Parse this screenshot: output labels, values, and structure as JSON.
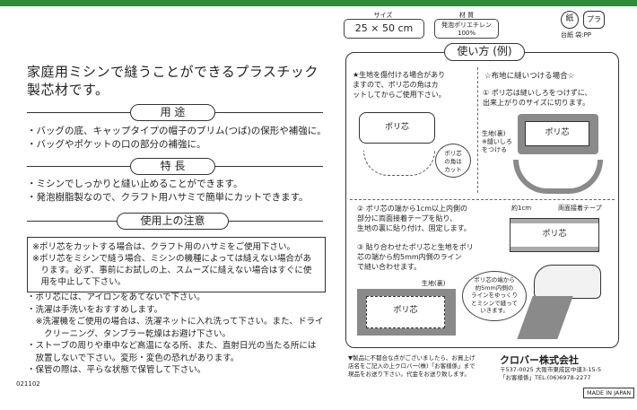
{
  "spec": {
    "size_label": "サイズ",
    "size_value": "25 × 50 cm",
    "material_label": "材 質",
    "material_value_1": "発泡ポリエチレン",
    "material_value_2": "100%",
    "recycle_paper": "紙",
    "recycle_plastic": "プラ",
    "recycle_caption": "台紙 袋:PP"
  },
  "intro": "家庭用ミシンで縫うことができるプラスチック製芯材です。",
  "sections": {
    "use_title": "用 途",
    "use_items": [
      "・バッグの底、キャップタイプの帽子のブリム(つば)の保形や補強に。",
      "・バッグやポケットの口の部分の補強に。"
    ],
    "features_title": "特 長",
    "features_items": [
      "・ミシンでしっかりと縫い止めることができます。",
      "・発泡樹脂製なので、クラフト用ハサミで簡単にカットできます。"
    ],
    "caution_title": "使用上の注意",
    "caution_box": [
      "※ポリ芯をカットする場合は、クラフト用のハサミをご使用下さい。",
      "※ポリ芯をミシンで縫う場合、ミシンの機種によっては縫えない場合があ",
      "　ります。必ず、事前にお試しの上、スムーズに縫えない場合はすぐに使",
      "　用を中止して下さい。"
    ],
    "caution_items": [
      "・ポリ芯には、アイロンをあてないで下さい。",
      "・洗濯は手洗いをおすすめします。",
      "　※洗濯機をご使用の場合は、洗濯ネットに入れ洗って下さい。また、ドライ",
      "　　クリーニング、タンブラー乾燥はお避け下さい。",
      "・ストーブの周りや車中など高温になる所、また、直射日光の当たる所には",
      "　放置しないで下さい。変形・変色の恐れがあります。",
      "・保管の際は、平らな状態で保管して下さい。"
    ],
    "code": "021102"
  },
  "howto": {
    "title": "使い方 (例)",
    "step_a": [
      "★生地を傷付ける場合があり",
      "ますので、ポリ芯の角はカ",
      "ットしてからご使用下さい。"
    ],
    "poly_label": "ポリ芯",
    "corner_note": [
      "ポリ芯",
      "の角は",
      "カット"
    ],
    "step_b_head": "☆布地に縫いつける場合☆",
    "step_b1": [
      "① ポリ芯は縫いしろをつけずに、",
      "出来上がりのサイズに切ります。"
    ],
    "fabric_back": [
      "生地(裏)",
      "※縫いしろ",
      "をつける"
    ],
    "step_2": [
      "② ポリ芯の端から1cm以上内側の",
      "部分に両面接着テープを貼り、",
      "生地の裏に貼り付け、固定します。"
    ],
    "tape_1cm": "約1cm",
    "tape_label": "両面接着テープ",
    "step_3": [
      "③ 貼り合わせたポリ芯と生地をポリ",
      "芯の端から約5mm内側のライン",
      "で縫い合わせます。"
    ],
    "fabric_back2": "生地(裏)",
    "sew_note": [
      "ポリ芯の端から",
      "約5mm内側の",
      "ラインをゆっくり",
      "とミシンで縫って",
      "いきます。"
    ]
  },
  "footer": {
    "notice": [
      "▼製品に不都合な点がございましたら、お買上げ",
      "店名をご記入の上クロバー(株)「お客様係」まで",
      "現品をお送り下さい。代金をお送り致します。"
    ],
    "company": "クロバー株式会社",
    "address": [
      "〒537-0025 大阪市東成区中道3-15-5",
      "「お客様係」TEL.(06)6978-2277"
    ],
    "made_in": "MADE IN JAPAN"
  }
}
